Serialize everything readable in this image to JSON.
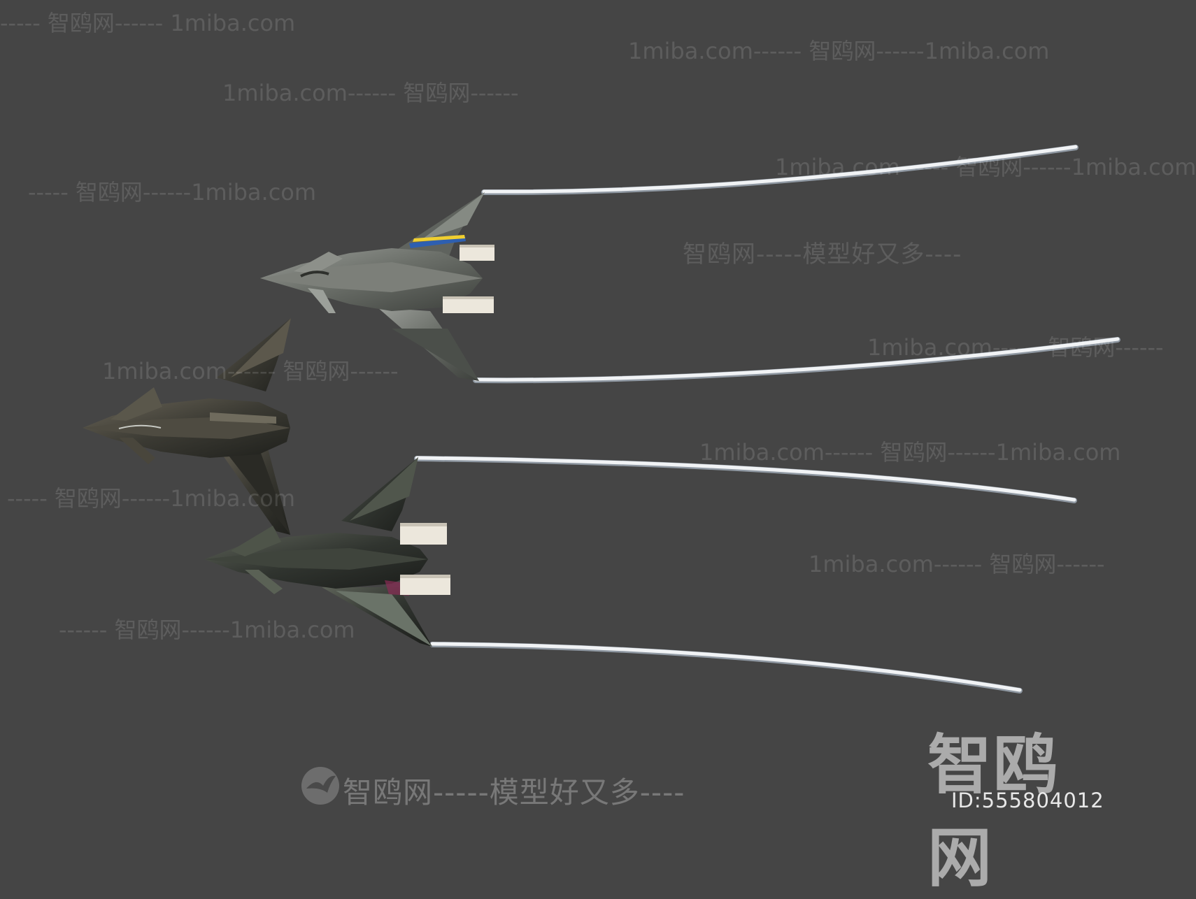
{
  "image": {
    "background_color": "#454545",
    "subject": "Three stealth fighter jets flying with white contrails"
  },
  "watermarks": {
    "site_domain": "1miba.com",
    "brand_cn": "智鸥网",
    "tagline": "智鸥网-----模型好又多----",
    "brand_large": "智鸥网",
    "id_text": "ID:555804012"
  },
  "watermark_lines": [
    "----- 智鸥网------ 1miba.com",
    "1miba.com------ 智鸥网------1miba.com",
    "1miba.com------ 智鸥网------",
    "1miba.com------ 智鸥网------1miba.com",
    "----- 智鸥网------1miba.com",
    "1miba.com------ 智鸥网------",
    "1miba.com------ 智鸥网------",
    "1miba.com------ 智鸥网------1miba.com",
    "----- 智鸥网------1miba.com",
    "1miba.com------ 智鸥网------",
    "------ 智鸥网------1miba.com"
  ],
  "colors": {
    "contrail": "#f2f4f6",
    "contrail_edge": "#9aa3ad",
    "exhaust": "#ece7dc",
    "jet_gray": "#6e726c",
    "jet_dark": "#3a3b35",
    "stripe_blue": "#2e5fb0",
    "stripe_yellow": "#f0cf30"
  }
}
